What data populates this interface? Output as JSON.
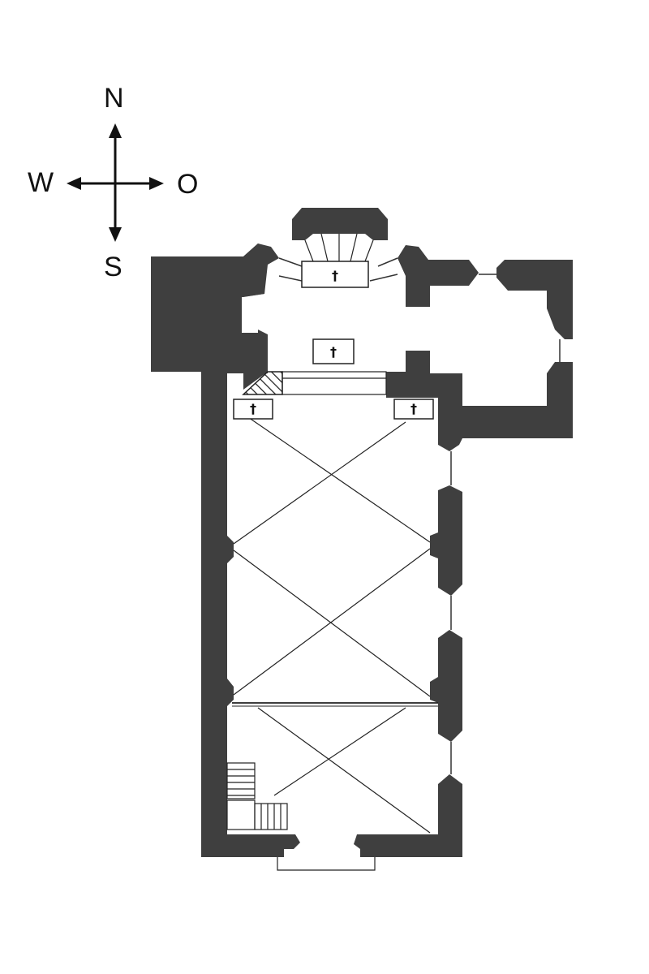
{
  "compass": {
    "north": "N",
    "south": "S",
    "west": "W",
    "east": "O"
  },
  "altars": [
    {
      "id": "apse-altar",
      "symbol": "†"
    },
    {
      "id": "choir-altar",
      "symbol": "†"
    },
    {
      "id": "left-side-altar",
      "symbol": "†"
    },
    {
      "id": "right-side-altar",
      "symbol": "†"
    }
  ],
  "colors": {
    "wall": "#3f3f3f",
    "line": "#222222",
    "background": "#ffffff"
  }
}
